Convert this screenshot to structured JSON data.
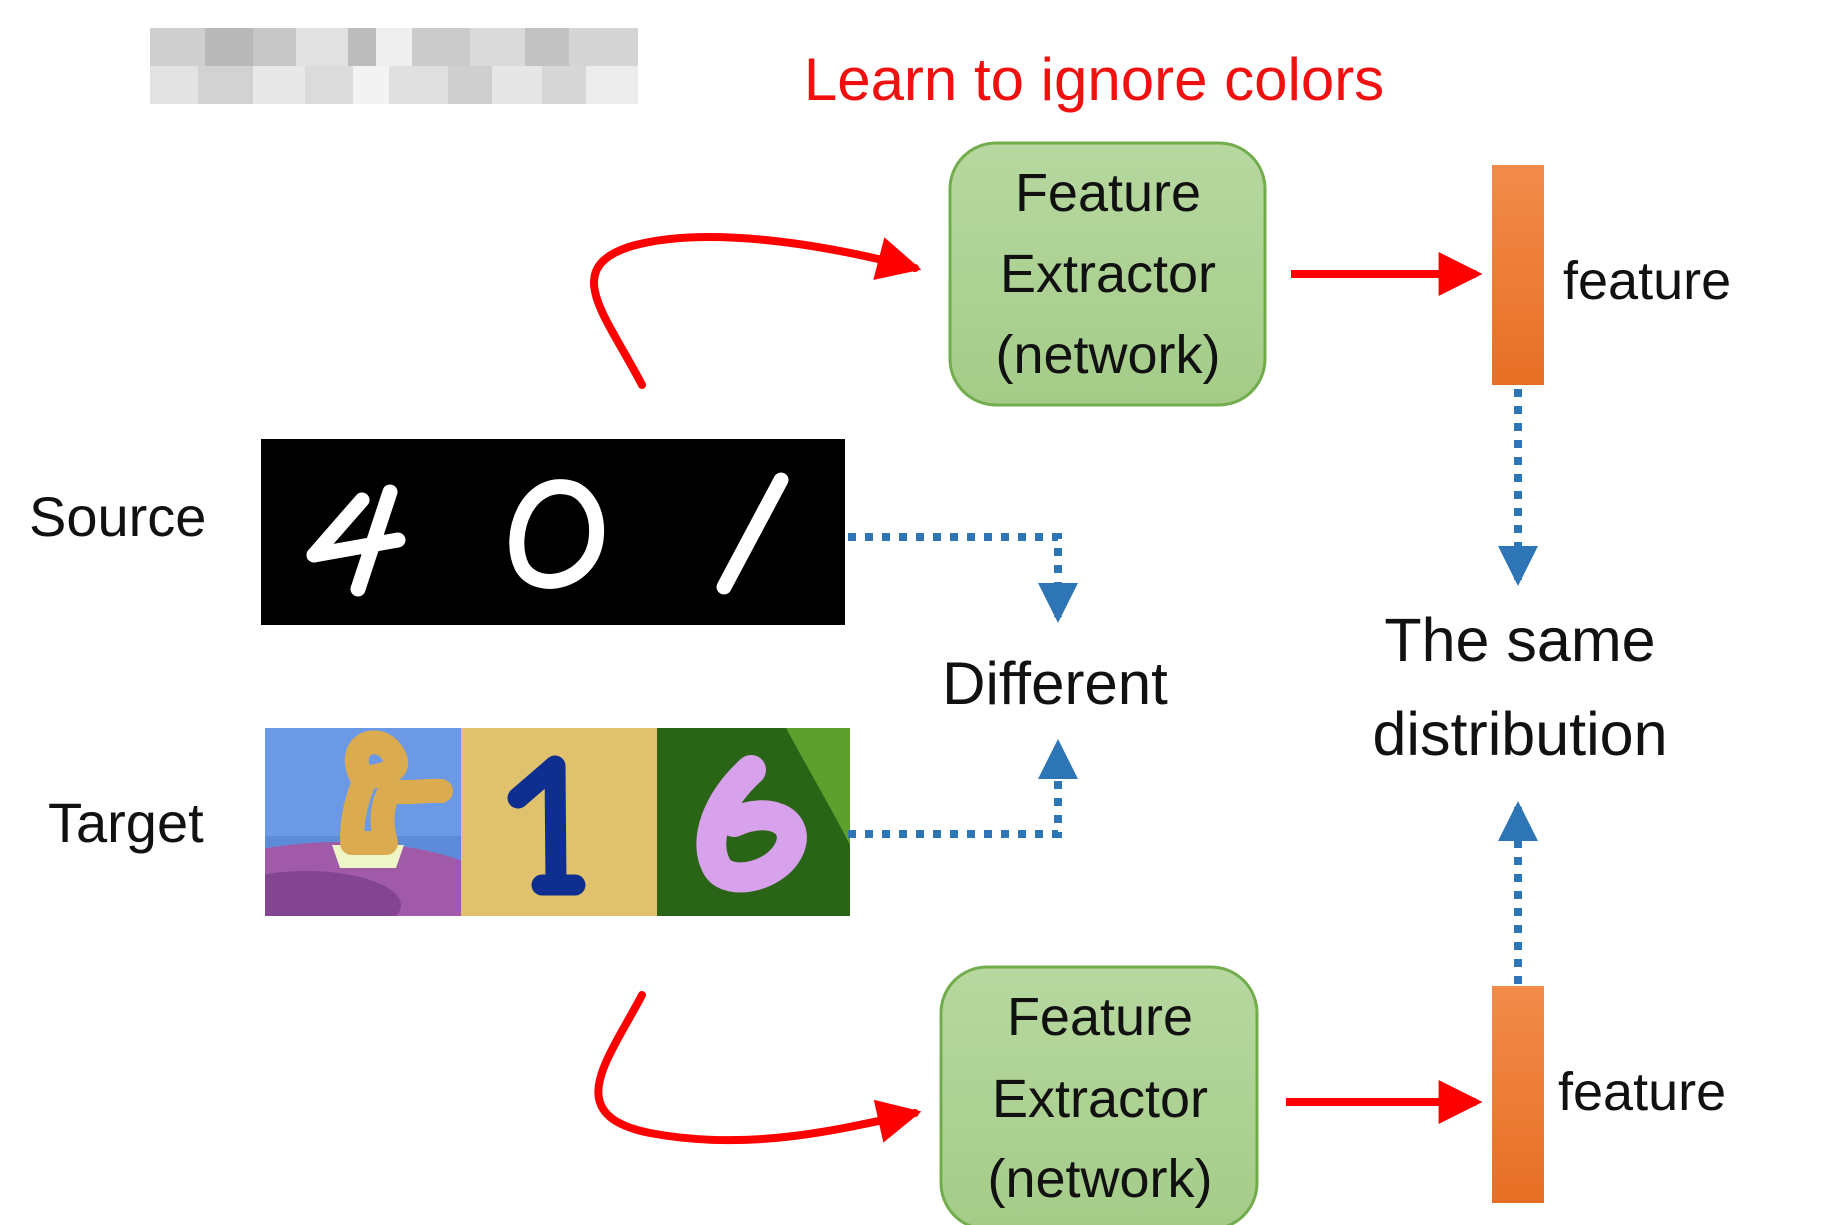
{
  "title": "Learn to ignore colors",
  "labels": {
    "source": "Source",
    "target": "Target",
    "different": "Different",
    "same_line_1": "The same",
    "same_line_2": "distribution"
  },
  "feature_extractor_top": {
    "line_1": "Feature",
    "line_2": "Extractor",
    "line_3": "(network)"
  },
  "feature_extractor_bottom": {
    "line_1": "Feature",
    "line_2": "Extractor",
    "line_3": "(network)"
  },
  "feature_top_label": "feature",
  "feature_bottom_label": "feature",
  "source_digits": [
    "4",
    "0",
    "1"
  ],
  "target_digits": [
    "8",
    "1",
    "6"
  ],
  "colors": {
    "title": "#f01010",
    "box_fill": "#a9d18e",
    "box_stroke": "#70ad47",
    "feature_bar": "#ed7d31",
    "arrow_red": "#ff0000",
    "arrow_blue": "#2e75b6"
  }
}
